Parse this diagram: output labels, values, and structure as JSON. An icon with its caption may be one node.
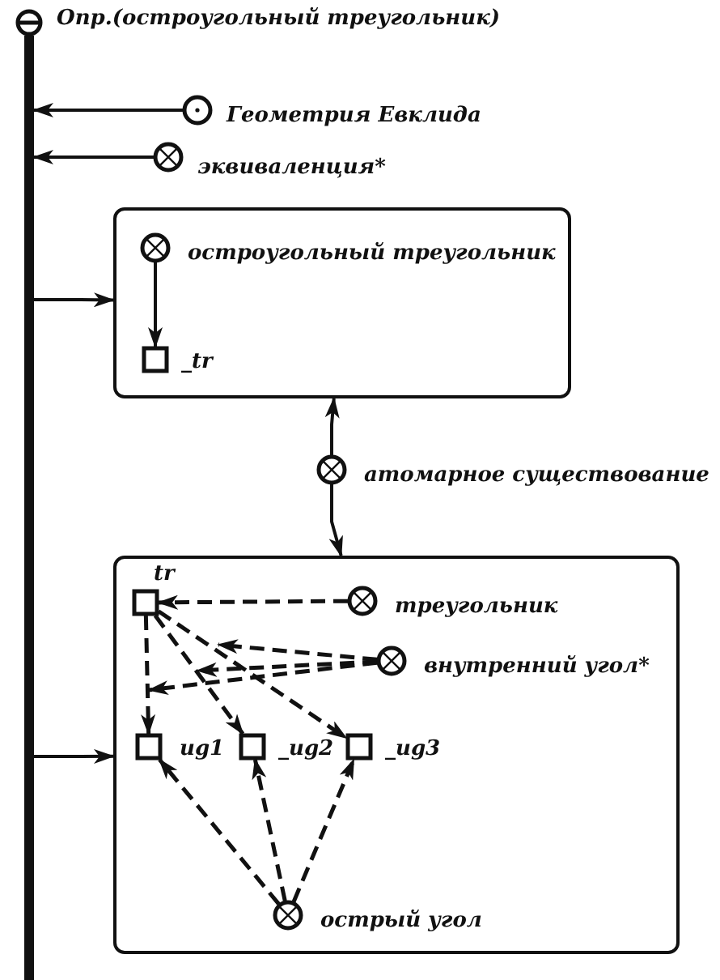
{
  "diagram": {
    "nodes": [
      {
        "text": [
          "Опр.(остроугольный треугольник)"
        ]
      },
      {
        "text": [],
        "shape": "bar"
      },
      {
        "text": [
          "Геометрия Евклида"
        ]
      },
      {
        "text": [
          "эквиваленция*"
        ]
      },
      {
        "text": [],
        "shape": "box"
      },
      {
        "text": [
          "остроугольный треугольник"
        ],
        "in": 4
      },
      {
        "text": [
          "_tr"
        ],
        "in": 4
      },
      {
        "text": [
          "атомарное существование"
        ]
      },
      {
        "text": [],
        "shape": "box"
      },
      {
        "text": [
          "tr"
        ],
        "in": 8
      },
      {
        "text": [
          "треугольник"
        ],
        "in": 8
      },
      {
        "text": [
          "внутренний угол*"
        ],
        "in": 8
      },
      {
        "text": [
          "ug1"
        ],
        "in": 8
      },
      {
        "text": [
          "_ug2"
        ],
        "in": 8
      },
      {
        "text": [
          "_ug3"
        ],
        "in": 8
      },
      {
        "text": [
          "острый угол"
        ],
        "in": 8
      }
    ],
    "edges": [
      {
        "from": 2,
        "to": 1,
        "arrow": "to"
      },
      {
        "from": 3,
        "to": 1,
        "arrow": "to"
      },
      {
        "from": 1,
        "to": 4,
        "arrow": "to"
      },
      {
        "from": 1,
        "to": 8,
        "arrow": "to"
      },
      {
        "from": 5,
        "to": 6,
        "arrow": "to"
      },
      {
        "from": 7,
        "to": 4,
        "arrow": "to"
      },
      {
        "from": 7,
        "to": 8,
        "arrow": "to"
      },
      {
        "from": 10,
        "to": 9,
        "arrow": "to",
        "style": "dashed"
      },
      {
        "from": 9,
        "to": 12,
        "arrow": "to",
        "style": "dashed"
      },
      {
        "from": 9,
        "to": 13,
        "arrow": "to",
        "style": "dashed"
      },
      {
        "from": 9,
        "to": 14,
        "arrow": "to",
        "style": "dashed"
      },
      {
        "from": 11,
        "to": null,
        "arrow": "to",
        "style": "dashed"
      },
      {
        "from": 11,
        "to": null,
        "arrow": "to",
        "style": "dashed"
      },
      {
        "from": 11,
        "to": null,
        "arrow": "to",
        "style": "dashed"
      },
      {
        "from": 15,
        "to": 12,
        "arrow": "to",
        "style": "dashed"
      },
      {
        "from": 15,
        "to": 13,
        "arrow": "to",
        "style": "dashed"
      },
      {
        "from": 15,
        "to": 14,
        "arrow": "to",
        "style": "dashed"
      }
    ]
  }
}
